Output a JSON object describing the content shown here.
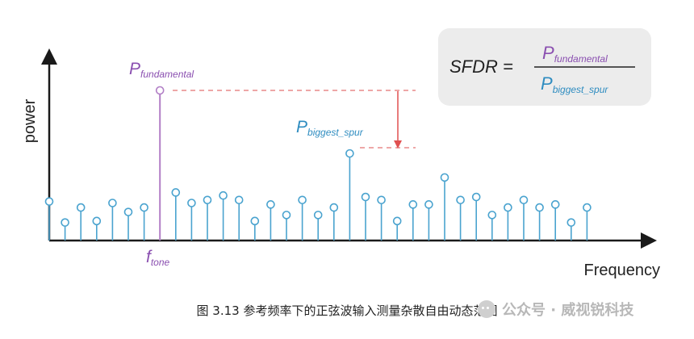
{
  "chart_data": {
    "type": "stem",
    "ylabel": "power",
    "xlabel": "Frequency",
    "tone_label": {
      "main": "f",
      "sub": "tone"
    },
    "fundamental_label": {
      "main": "P",
      "sub": "fundamental"
    },
    "spur_label": {
      "main": "P",
      "sub": "biggest_spur"
    },
    "formula": {
      "lhs": "SFDR =",
      "num_main": "P",
      "num_sub": "fundamental",
      "den_main": "P",
      "den_sub": "biggest_spur"
    },
    "fundamental_index": 7,
    "spur_index": 19,
    "values": [
      0.26,
      0.12,
      0.22,
      0.13,
      0.25,
      0.19,
      0.22,
      1.0,
      0.32,
      0.25,
      0.27,
      0.3,
      0.27,
      0.13,
      0.24,
      0.17,
      0.27,
      0.17,
      0.22,
      0.58,
      0.29,
      0.27,
      0.13,
      0.24,
      0.24,
      0.42,
      0.27,
      0.29,
      0.17,
      0.22,
      0.27,
      0.22,
      0.24,
      0.12,
      0.22
    ],
    "colors": {
      "stem": "#4aa3cf",
      "fundamental": "#b27fc6",
      "purple_text": "#8a4fb0",
      "blue_text": "#2e8cc0",
      "dashed": "#e88a8a",
      "arrow": "#e05050",
      "axis": "#1a1a1a",
      "formula_box": "#ececec"
    }
  },
  "caption": "图 3.13 参考频率下的正弦波输入测量杂散自由动态范围",
  "watermark": "公众号 · 威视锐科技"
}
